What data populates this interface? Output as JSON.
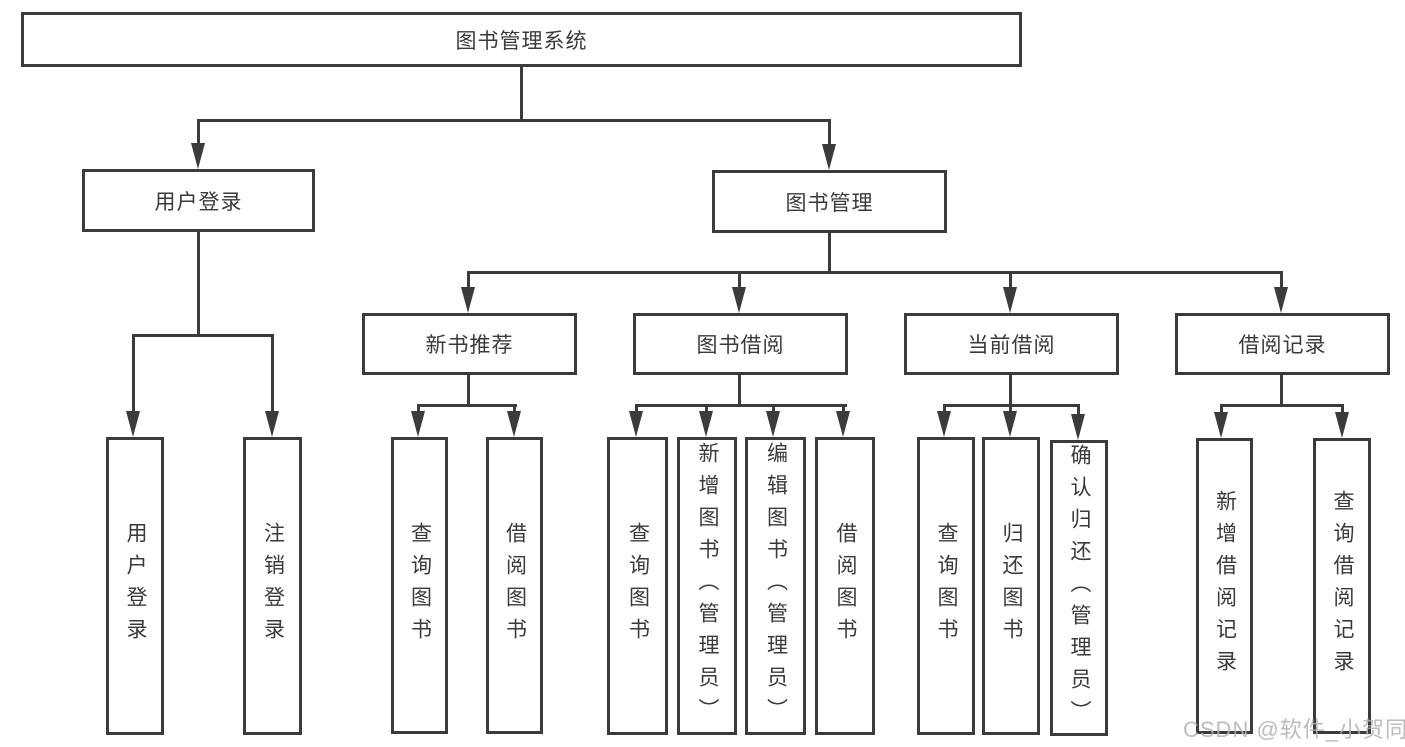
{
  "tree": {
    "label": "图书管理系统",
    "children": [
      {
        "label": "用户登录",
        "children": [
          {
            "label": "用户登录"
          },
          {
            "label": "注销登录"
          }
        ]
      },
      {
        "label": "图书管理",
        "children": [
          {
            "label": "新书推荐",
            "children": [
              {
                "label": "查询图书"
              },
              {
                "label": "借阅图书"
              }
            ]
          },
          {
            "label": "图书借阅",
            "children": [
              {
                "label": "查询图书"
              },
              {
                "label": "新增图书（管理员）"
              },
              {
                "label": "编辑图书（管理员）"
              },
              {
                "label": "借阅图书"
              }
            ]
          },
          {
            "label": "当前借阅",
            "children": [
              {
                "label": "查询图书"
              },
              {
                "label": "归还图书"
              },
              {
                "label": "确认归还（管理员）"
              }
            ]
          },
          {
            "label": "借阅记录",
            "children": [
              {
                "label": "新增借阅记录"
              },
              {
                "label": "查询借阅记录"
              }
            ]
          }
        ]
      }
    ]
  },
  "watermark": "CSDN @软件_小贺同学",
  "colors": {
    "line": "#3b3b3b",
    "text": "#3a3a3a",
    "watermark": "#b5b5b5",
    "background": "#ffffff"
  }
}
